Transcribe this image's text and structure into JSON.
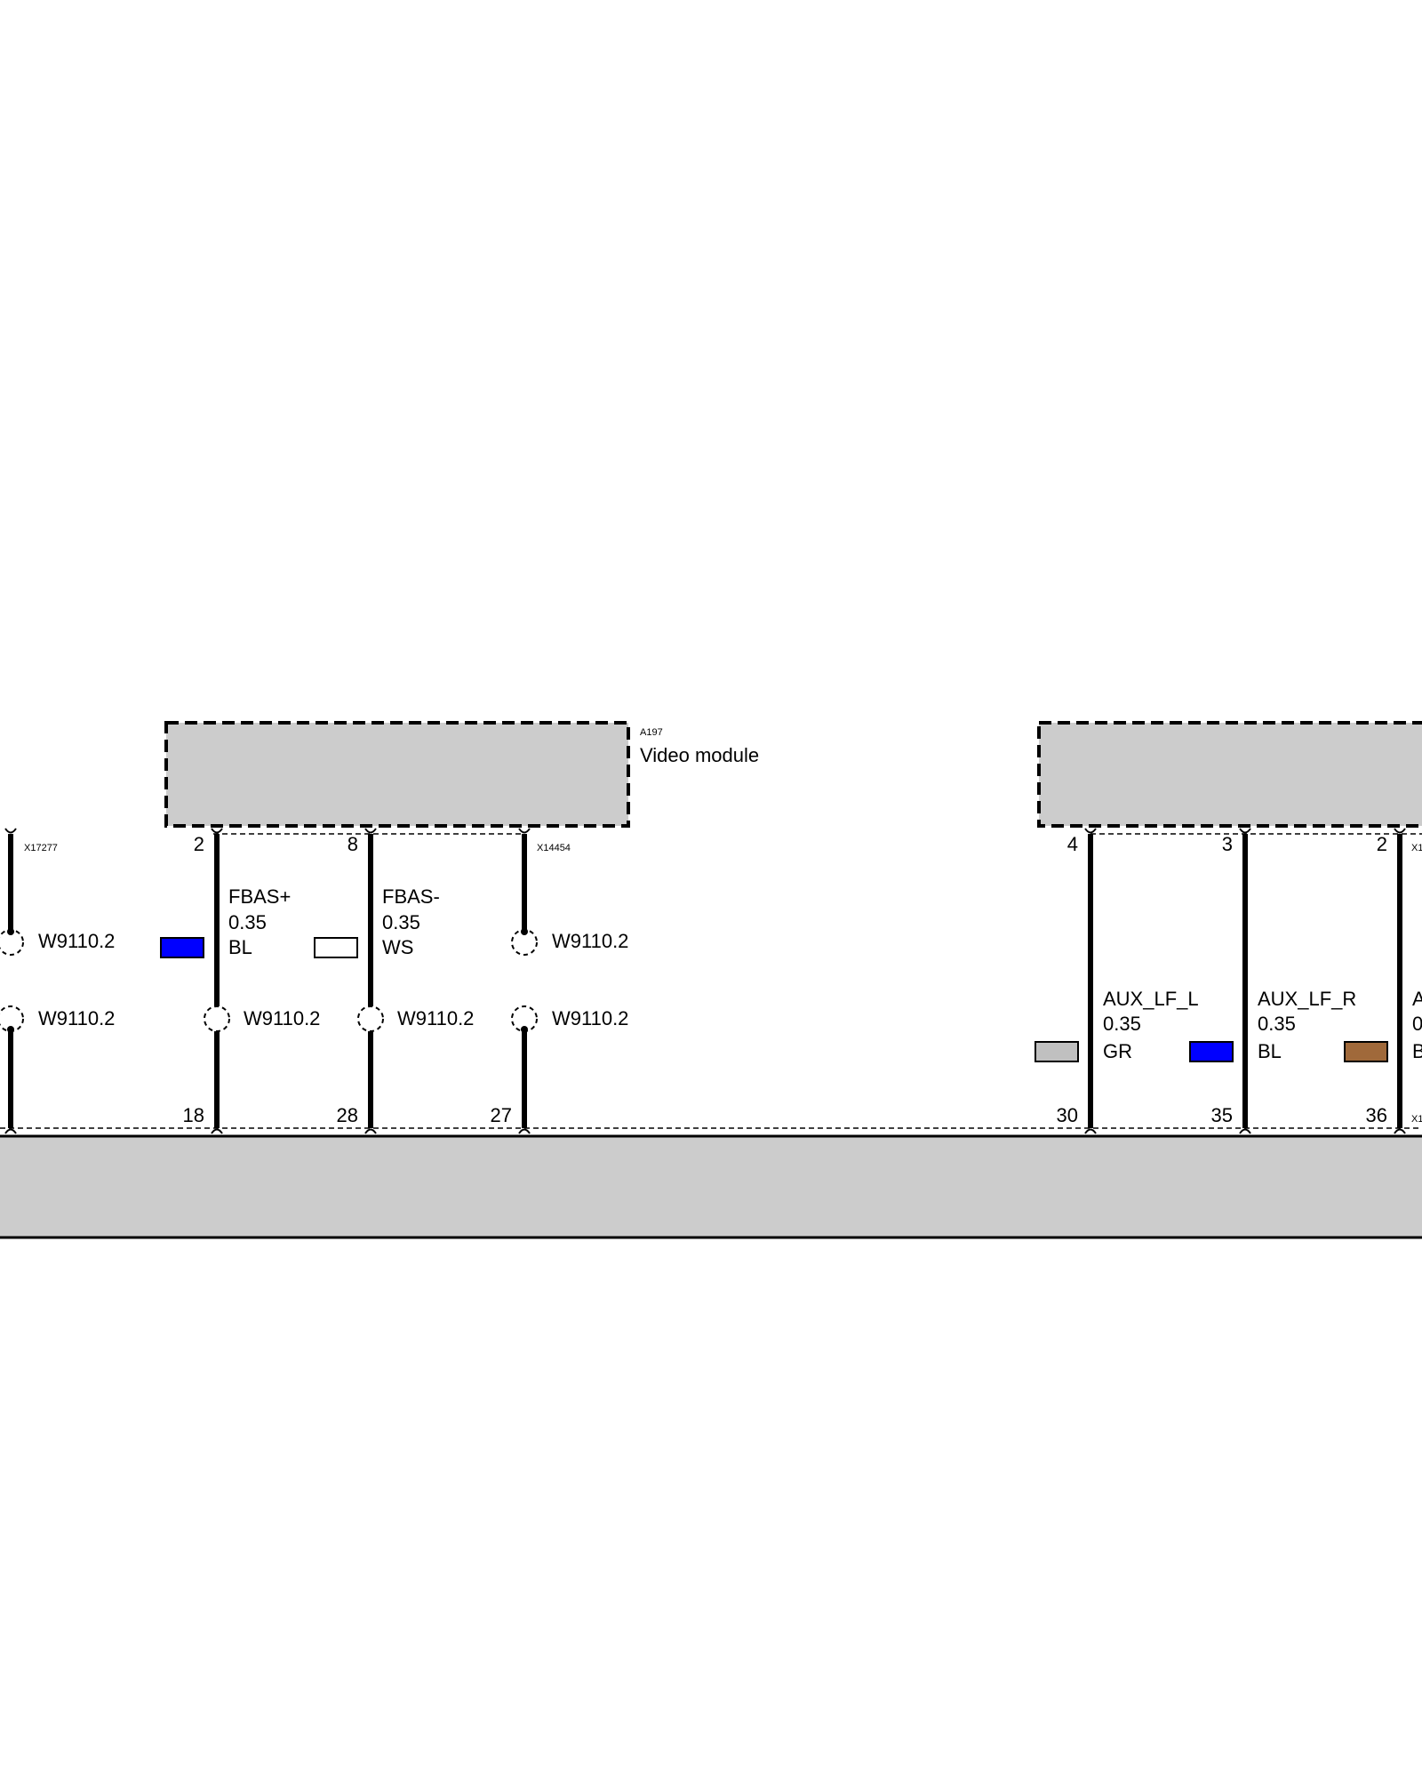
{
  "video_module": {
    "ref": "A197",
    "name": "Video module"
  },
  "connectors": {
    "left": "X17277",
    "middle": "X14454",
    "right": "X1"
  },
  "splice_label": "W9110.2",
  "video_wires": [
    {
      "top_pin": "2",
      "bottom_pin": "18",
      "signal": "FBAS+",
      "cross_section": "0.35",
      "color_code": "BL",
      "color_hex": "#0000ff"
    },
    {
      "top_pin": "8",
      "bottom_pin": "28",
      "signal": "FBAS-",
      "cross_section": "0.35",
      "color_code": "WS",
      "color_hex": "#ffffff"
    }
  ],
  "shield_wires": [
    {
      "bottom_pin": ""
    },
    {
      "bottom_pin": "27"
    }
  ],
  "audio_wires": [
    {
      "top_pin": "4",
      "bottom_pin": "30",
      "signal": "AUX_LF_L",
      "cross_section": "0.35",
      "color_code": "GR",
      "color_hex": "#c0c0c0"
    },
    {
      "top_pin": "3",
      "bottom_pin": "35",
      "signal": "AUX_LF_R",
      "cross_section": "0.35",
      "color_code": "BL",
      "color_hex": "#0000ff"
    },
    {
      "top_pin": "2",
      "bottom_pin": "36",
      "signal": "A",
      "cross_section": "0",
      "color_code": "B",
      "color_hex": "#a0693a"
    }
  ],
  "colors": {
    "component_fill": "#cccccc",
    "line": "#000000"
  }
}
